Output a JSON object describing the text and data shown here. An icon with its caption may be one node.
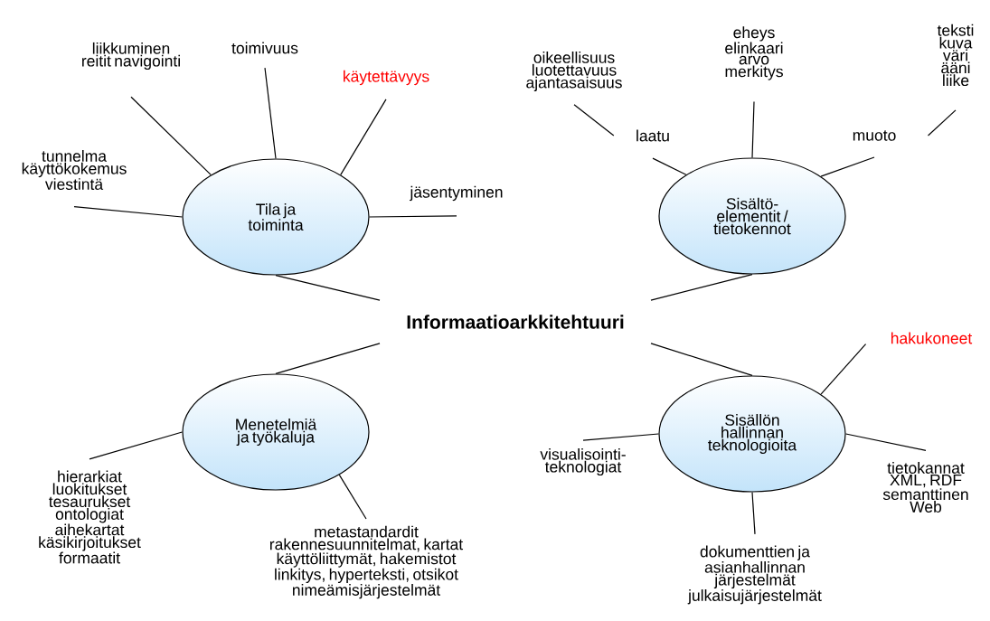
{
  "diagram": {
    "nodes": [
      {
        "text": [
          "Informaatioarkkitehtuuri"
        ]
      },
      {
        "text": [
          "Tila ja toiminta"
        ]
      },
      {
        "text": [
          "Sisältö- elementit / tietokennot"
        ]
      },
      {
        "text": [
          "Menetelmiä ja työkaluja"
        ]
      },
      {
        "text": [
          "Sisällön hallinnan teknologioita"
        ]
      },
      {
        "text": [
          "tunnelma käyttökokemus viestintä"
        ]
      },
      {
        "text": [
          "liikkuminen reitit navigointi"
        ]
      },
      {
        "text": [
          "toimivuus"
        ]
      },
      {
        "text": [
          "käytettävyys"
        ]
      },
      {
        "text": [
          "jäsentyminen"
        ]
      },
      {
        "text": [
          "laatu"
        ]
      },
      {
        "text": [
          "oikeellisuus luotettavuus ajantasaisuus"
        ]
      },
      {
        "text": [
          "eheys elinkaari arvo merkitys"
        ]
      },
      {
        "text": [
          "muoto"
        ]
      },
      {
        "text": [
          "teksti kuva väri ääni liike"
        ]
      },
      {
        "text": [
          "hierarkiat luokitukset tesaurukset ontologiat aihekartat käsikirjoitukset formaatit"
        ]
      },
      {
        "text": [
          "metastandardit rakennesuunnitelmat, kartat käyttöliittymät, hakemistot linkitys, hyperteksti, otsikot nimeämisjärjestelmät"
        ]
      },
      {
        "text": [
          "hakukoneet"
        ]
      },
      {
        "text": [
          "visualisointi- teknologiat"
        ]
      },
      {
        "text": [
          "tietokannat XML, RDF semanttinen Web"
        ]
      },
      {
        "text": [
          "dokumenttien ja asianhallinnan järjestelmät julkaisujärjestelmät"
        ]
      }
    ],
    "edges": [
      {
        "from": 0,
        "to": 1,
        "arrow": "none"
      },
      {
        "from": 0,
        "to": 2,
        "arrow": "none"
      },
      {
        "from": 0,
        "to": 3,
        "arrow": "none"
      },
      {
        "from": 0,
        "to": 4,
        "arrow": "none"
      },
      {
        "from": 1,
        "to": 5,
        "arrow": "none"
      },
      {
        "from": 1,
        "to": 6,
        "arrow": "none"
      },
      {
        "from": 1,
        "to": 7,
        "arrow": "none"
      },
      {
        "from": 1,
        "to": 8,
        "arrow": "none"
      },
      {
        "from": 1,
        "to": 9,
        "arrow": "none"
      },
      {
        "from": 2,
        "to": 10,
        "arrow": "none"
      },
      {
        "from": 10,
        "to": 11,
        "arrow": "none"
      },
      {
        "from": 2,
        "to": 12,
        "arrow": "none"
      },
      {
        "from": 2,
        "to": 13,
        "arrow": "none"
      },
      {
        "from": 13,
        "to": 14,
        "arrow": "none"
      },
      {
        "from": 3,
        "to": 15,
        "arrow": "none"
      },
      {
        "from": 3,
        "to": 16,
        "arrow": "none"
      },
      {
        "from": 4,
        "to": 17,
        "arrow": "none"
      },
      {
        "from": 4,
        "to": 18,
        "arrow": "none"
      },
      {
        "from": 4,
        "to": 19,
        "arrow": "none"
      },
      {
        "from": 4,
        "to": 20,
        "arrow": "none"
      }
    ]
  }
}
